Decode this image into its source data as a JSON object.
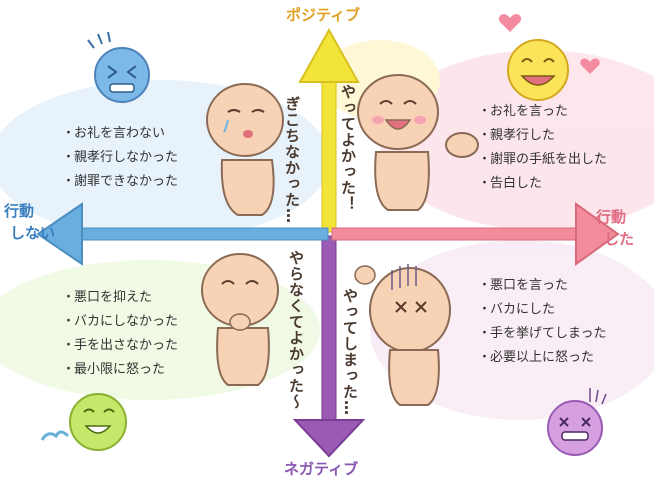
{
  "axes": {
    "top": "ポジティブ",
    "bottom": "ネガティブ",
    "left_line1": "行動",
    "left_line2": "しない",
    "right_line1": "行動",
    "right_line2": "した"
  },
  "quadrants": {
    "top_left": {
      "caption": "ぎこちなかった…",
      "items": [
        "お礼を言わない",
        "親孝行しなかった",
        "謝罪できなかった"
      ]
    },
    "top_right": {
      "caption": "やってよかった！",
      "items": [
        "お礼を言った",
        "親孝行した",
        "謝罪の手紙を出した",
        "告白した"
      ]
    },
    "bottom_left": {
      "caption": "やらなくてよかった～",
      "items": [
        "悪口を抑えた",
        "バカにしなかった",
        "手を出さなかった",
        "最小限に怒った"
      ]
    },
    "bottom_right": {
      "caption": "やってしまった…",
      "items": [
        "悪口を言った",
        "バカにした",
        "手を挙げてしまった",
        "必要以上に怒った"
      ]
    }
  },
  "colors": {
    "arrow_up": "#f2e438",
    "arrow_down": "#9a5bb5",
    "arrow_left": "#6aaee0",
    "arrow_right": "#f28c9a",
    "label_top": "#e0a020",
    "label_bottom": "#8a55b0",
    "label_left": "#3a7fc0",
    "label_right": "#e06a80"
  }
}
